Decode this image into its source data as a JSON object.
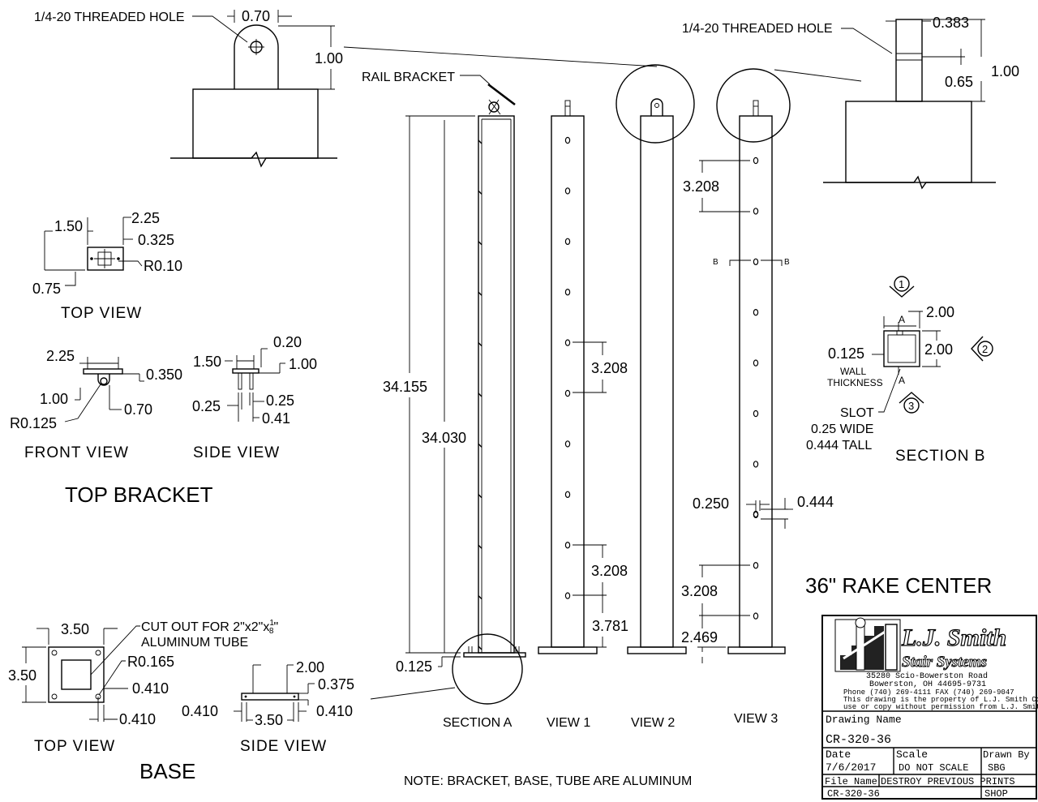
{
  "top_detail_left": {
    "hole_label": "1/4-20 THREADED HOLE",
    "width": "0.70",
    "height": "1.00"
  },
  "top_detail_right": {
    "hole_label": "1/4-20 THREADED HOLE",
    "width": "0.383",
    "height": "1.00",
    "offset": "0.65"
  },
  "rail_bracket_label": "RAIL BRACKET",
  "bracket_top_view": {
    "d1": "2.25",
    "d2": "1.50",
    "d3": "0.325",
    "d4": "R0.10",
    "d5": "0.75",
    "title": "TOP  VIEW"
  },
  "bracket_front_view": {
    "d1": "2.25",
    "d2": "0.350",
    "d3": "1.00",
    "d4": "0.70",
    "d5": "R0.125",
    "title": "FRONT  VIEW"
  },
  "bracket_side_view": {
    "d1": "0.20",
    "d2": "1.50",
    "d3": "1.00",
    "d4": "0.25",
    "d5": "0.25",
    "d6": "0.41",
    "title": "SIDE  VIEW"
  },
  "top_bracket_title": "TOP BRACKET",
  "base_top_view": {
    "d1": "3.50",
    "d2": "3.50",
    "cutout_line1": "CUT OUT FOR 2\"x2\"x",
    "frac_num": "1",
    "frac_den": "8",
    "frac_close": "\"",
    "cutout_line2": "ALUMINUM TUBE",
    "radius": "R0.165",
    "d3": "0.410",
    "d4": "0.410",
    "title": "TOP  VIEW"
  },
  "base_side_view": {
    "d1": "2.00",
    "d2": "0.375",
    "d3": "0.410",
    "d4": "3.50",
    "d5": "0.410",
    "title": "SIDE  VIEW"
  },
  "base_title": "BASE",
  "section_a": {
    "overall": "34.155",
    "tube": "34.030",
    "base": "0.125",
    "title": "SECTION A"
  },
  "view1": {
    "spacing_upper": "3.208",
    "spacing_lower": "3.208",
    "bottom": "3.781",
    "title": "VIEW 1"
  },
  "view2": {
    "title": "VIEW 2"
  },
  "view3": {
    "spacing_top": "3.208",
    "cut_label_left": "B",
    "cut_label_right": "B",
    "slot_w": "0.250",
    "slot_h": "0.444",
    "spacing_bottom": "3.208",
    "bottom": "2.469",
    "title": "VIEW 3"
  },
  "section_b": {
    "a_top": "A",
    "a_bottom": "A",
    "w": "2.00",
    "h": "2.00",
    "wall": "0.125",
    "wall_l1": "WALL",
    "wall_l2": "THICKNESS",
    "slot_l1": "SLOT",
    "slot_l2": "0.25 WIDE",
    "slot_l3": "0.444 TALL",
    "mark1": "1",
    "mark2": "2",
    "mark3": "3",
    "title": "SECTION  B"
  },
  "rake_title": "36\" RAKE CENTER",
  "note": "NOTE:  BRACKET, BASE, TUBE ARE ALUMINUM",
  "title_block": {
    "company_l1": "L.J. Smith",
    "company_l2": "Stair Systems",
    "addr1": "35280 Scio-Bowerston Road",
    "addr2": "Bowerston, OH 44695-9731",
    "phone": "Phone (740) 269-4111        FAX (740) 269-9047",
    "prop1": "This drawing is the property of L.J. Smith Co. Do not",
    "prop2": "use or copy without permission from L.J. Smith.",
    "drawing_name_label": "Drawing  Name",
    "drawing_name": "CR-320-36",
    "date_label": "Date",
    "date": "7/6/2017",
    "scale_label": "Scale",
    "scale": "DO  NOT  SCALE",
    "drawn_by_label": "Drawn  By",
    "drawn_by": "SBG",
    "file_name_label": "File  Name",
    "file_name": "CR-320-36",
    "destroy": "DESTROY  PREVIOUS  PRINTS",
    "shop": "SHOP"
  }
}
